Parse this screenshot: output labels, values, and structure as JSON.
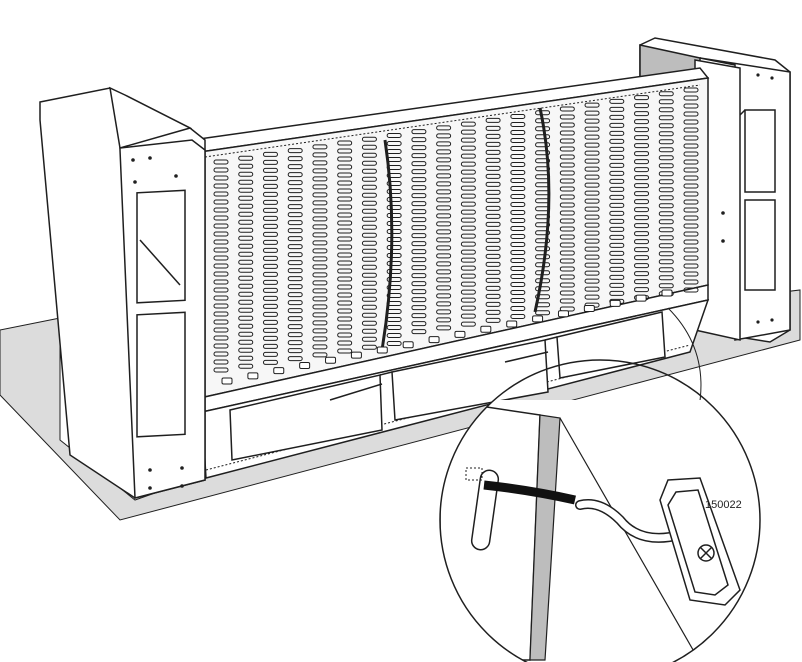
{
  "diagram": {
    "part_number": "150022",
    "colors": {
      "line": "#1f1f1f",
      "floor": "#dcdcdc",
      "panel": "#ffffff",
      "shade": "#bdbdbd",
      "strap": "#111111"
    },
    "icons": [
      "assembly-illustration",
      "detail-magnifier",
      "wire-hook-icon",
      "screw-icon"
    ]
  }
}
